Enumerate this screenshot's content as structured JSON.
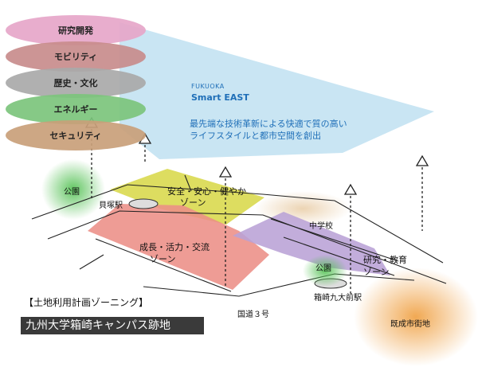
{
  "layers": [
    {
      "label": "研究開発",
      "color": "#e6a6c9"
    },
    {
      "label": "モビリティ",
      "color": "#c88c8c"
    },
    {
      "label": "歴史・文化",
      "color": "#a9a9a9"
    },
    {
      "label": "エネルギー",
      "color": "#7cc47c"
    },
    {
      "label": "セキュリティ",
      "color": "#c9a07a"
    }
  ],
  "brand": {
    "line1": "FUKUOKA",
    "line2": "Smart EAST"
  },
  "tagline": {
    "line1": "最先端な技術革新による快適で質の高い",
    "line2": "ライフスタイルと都市空間を創出"
  },
  "zones": {
    "safety": {
      "line1": "安全・安心・健やか",
      "line2": "ゾーン",
      "color": "#d8d84a"
    },
    "growth": {
      "line1": "成長・活力・交流",
      "line2": "ゾーン",
      "color": "#ec8e86"
    },
    "research": {
      "line1": "研究・教育",
      "line2": "ゾーン",
      "color": "#b9a2d6"
    }
  },
  "places": {
    "park_left": "公園",
    "kaizuka_station": "貝塚駅",
    "junior_high": "中学校",
    "park_right": "公園",
    "hakozaki_station": "箱崎九大前駅",
    "route3": "国道３号",
    "existing_town": "既成市街地"
  },
  "caption": "【土地利用計画ゾーニング】",
  "banner": "九州大学箱崎キャンパス跡地"
}
